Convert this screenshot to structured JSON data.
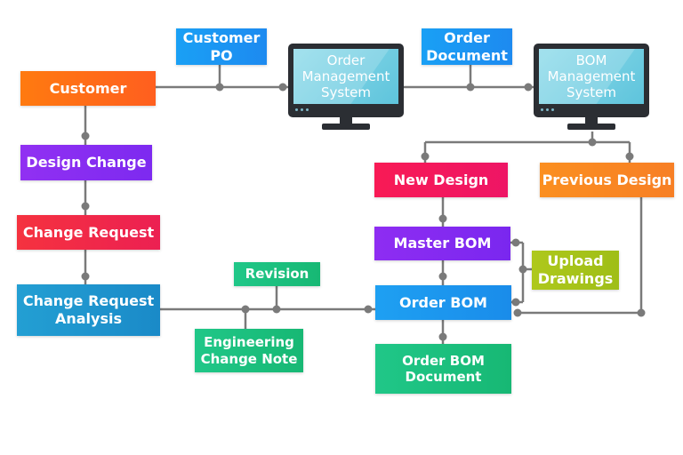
{
  "nodes": {
    "customer": "Customer",
    "customer_po": "Customer\nPO",
    "order_document": "Order\nDocument",
    "design_change": "Design Change",
    "change_request": "Change Request",
    "change_request_analysis": "Change Request\nAnalysis",
    "revision": "Revision",
    "engineering_change_note": "Engineering\nChange Note",
    "new_design": "New Design",
    "previous_design": "Previous Design",
    "master_bom": "Master BOM",
    "upload_drawings": "Upload\nDrawings",
    "order_bom": "Order BOM",
    "order_bom_document": "Order BOM\nDocument"
  },
  "monitors": {
    "order_management": "Order\nManagement\nSystem",
    "bom_management": "BOM\nManagement\nSystem"
  },
  "colors": {
    "connector": "#7a7a7a",
    "screen": "#5ec4dc",
    "orange": "#ff7415",
    "blue": "#1a9bf5",
    "purple": "#8a2ef0",
    "red": "#f0284a",
    "cyan": "#1f97cf",
    "green": "#1cc47f",
    "pink": "#f4135d",
    "amber": "#fa8d22",
    "olive": "#a7c41a"
  }
}
